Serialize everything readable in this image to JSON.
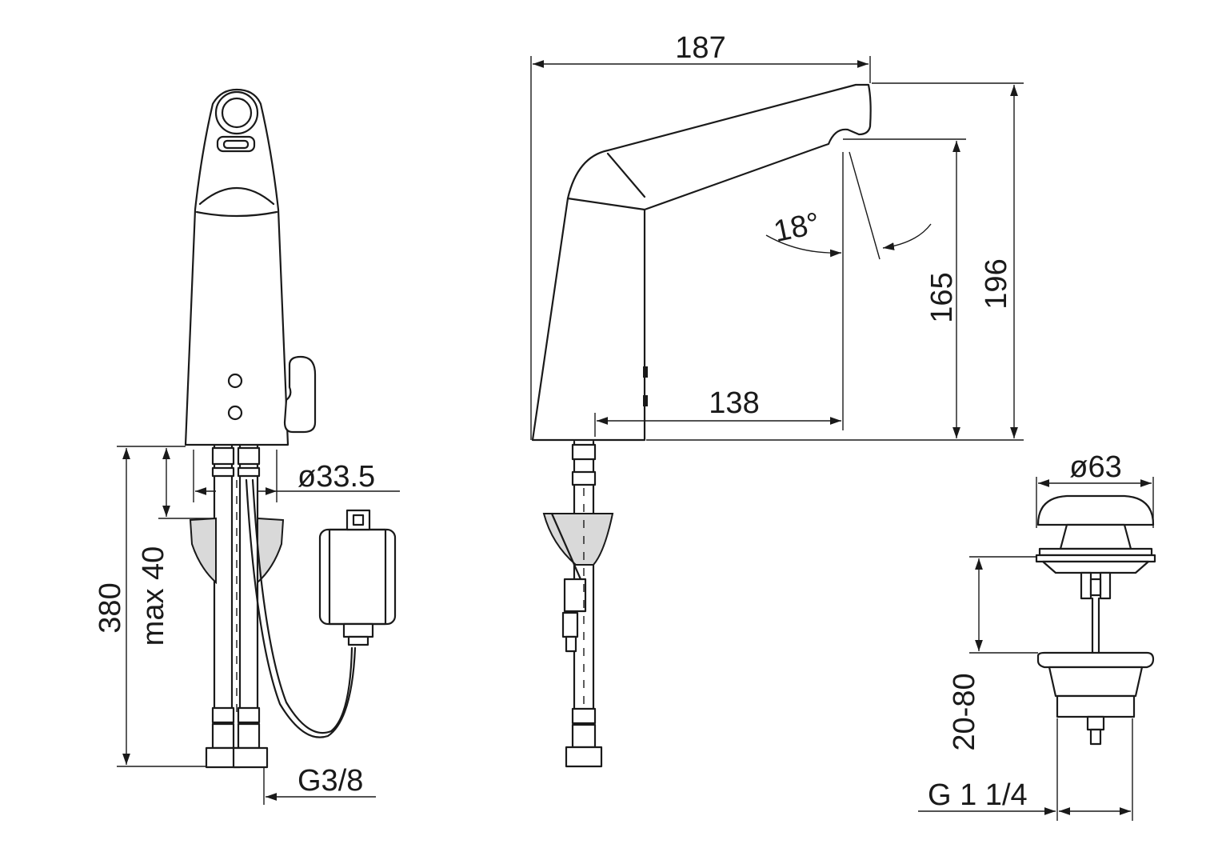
{
  "dimensions": {
    "width_187": "187",
    "reach_138": "138",
    "spout_height_165": "165",
    "total_height_196": "196",
    "spout_angle": "18°",
    "shank_diameter": "ø33.5",
    "hose_length_380": "380",
    "max_thickness": "max 40",
    "connection_thread": "G3/8",
    "waste_diameter": "ø63",
    "waste_range": "20-80",
    "waste_thread": "G 1 1/4"
  },
  "colors": {
    "line": "#1a1a1a",
    "background": "#ffffff"
  }
}
